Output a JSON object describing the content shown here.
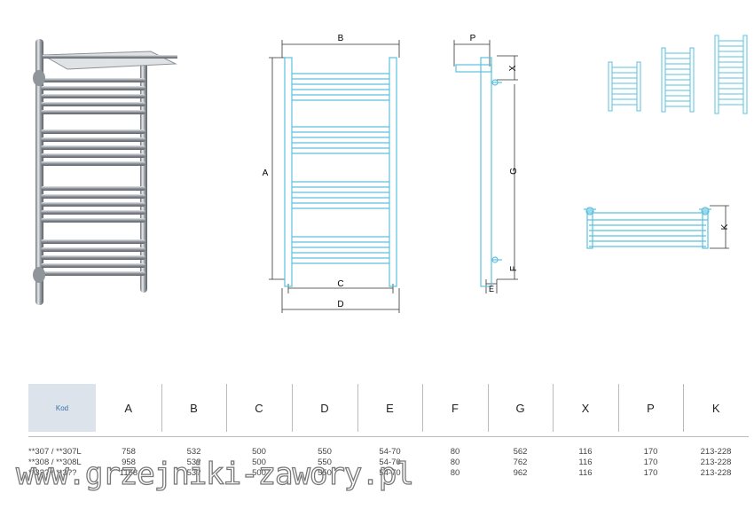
{
  "drawing": {
    "front_labels": {
      "width_top": "B",
      "height": "A",
      "inner": "C",
      "outer": "D"
    },
    "side_labels": {
      "top": "P",
      "x": "X",
      "g": "G",
      "f": "F",
      "e": "E"
    },
    "shelf_label": "K"
  },
  "table": {
    "headers": [
      "Kod",
      "A",
      "B",
      "C",
      "D",
      "E",
      "F",
      "G",
      "X",
      "P",
      "K"
    ],
    "rows": [
      [
        "**307 / **307L",
        "758",
        "532",
        "500",
        "550",
        "54-70",
        "80",
        "562",
        "116",
        "170",
        "213-228"
      ],
      [
        "**308 / **308L",
        "958",
        "53?",
        "500",
        "550",
        "54-70",
        "80",
        "762",
        "116",
        "170",
        "213-228"
      ],
      [
        "**3?? / **3??",
        "1158",
        "53?",
        "500",
        "550",
        "54-70",
        "80",
        "962",
        "116",
        "170",
        "213-228"
      ]
    ]
  },
  "watermark": "www.grzejniki-zawory.pl",
  "colors": {
    "drawing_blue": "#5bc0de",
    "steel": "#9aa0a6",
    "kod_bg": "#dde3ea"
  }
}
